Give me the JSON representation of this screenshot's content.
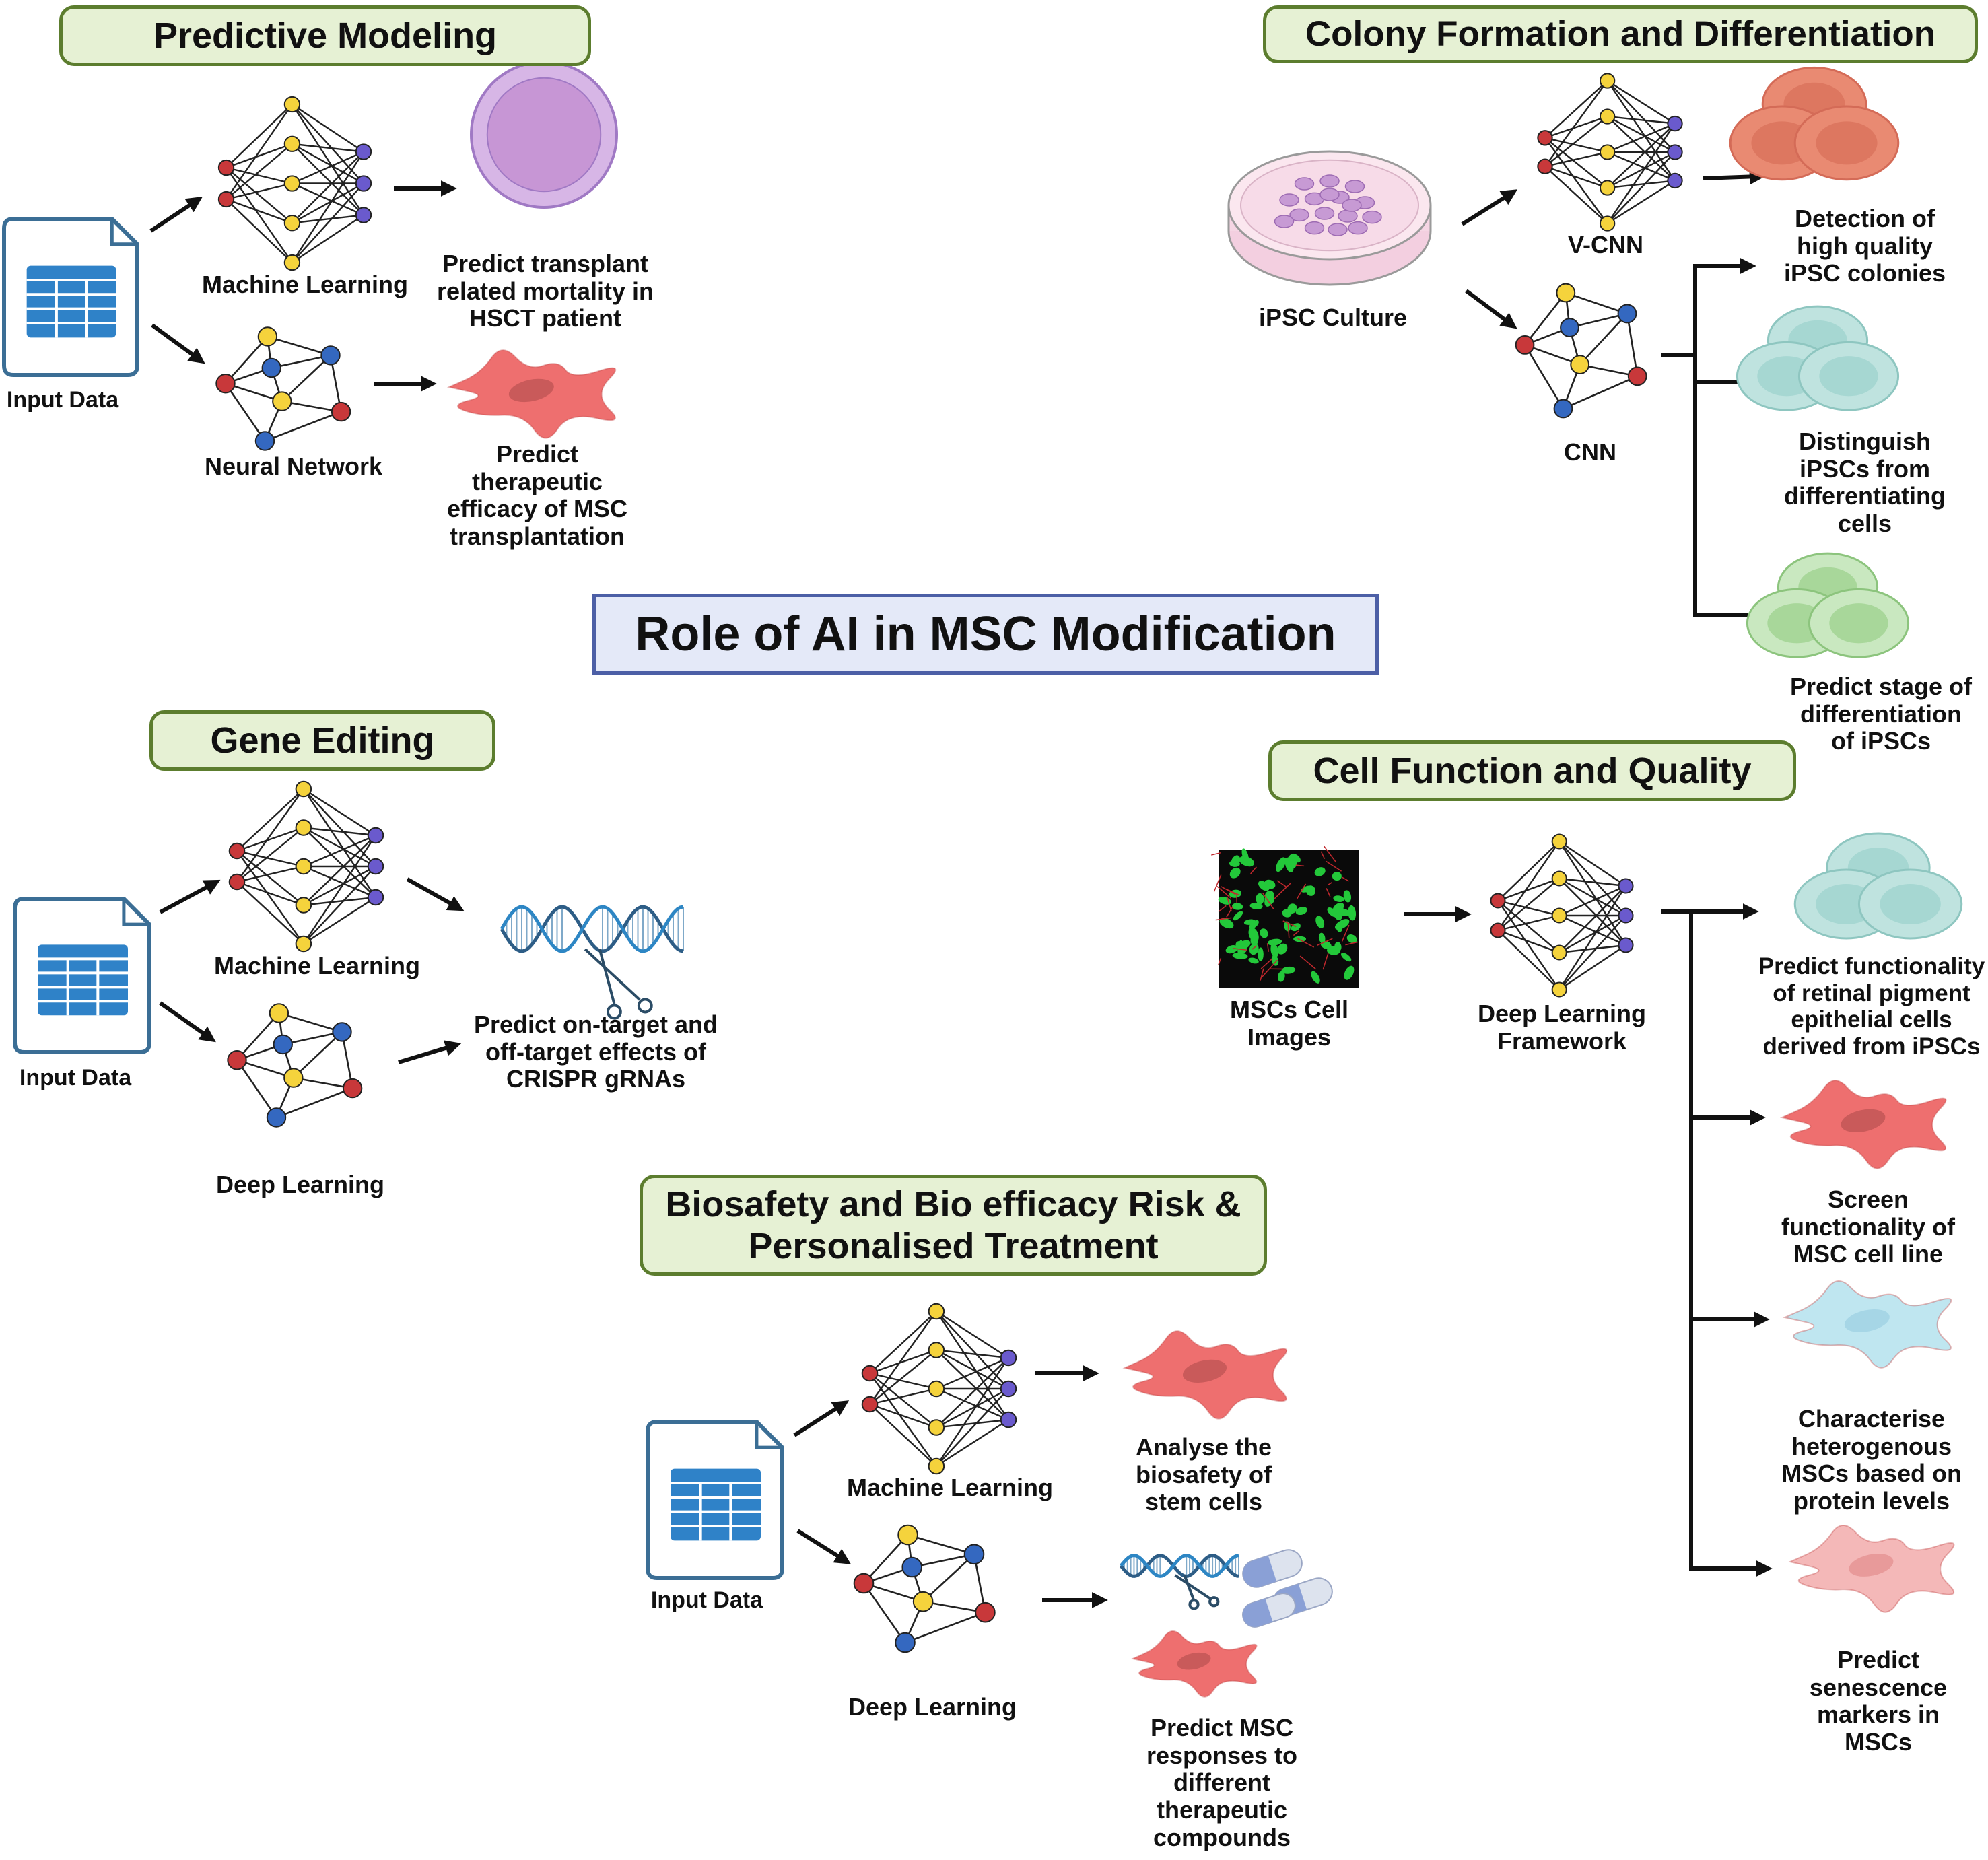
{
  "main_title": "Role of AI in MSC Modification",
  "predictive": {
    "title": "Predictive Modeling",
    "input": "Input Data",
    "ml": "Machine Learning",
    "nn": "Neural Network",
    "out1": "Predict transplant\nrelated mortality in\nHSCT patient",
    "out2": "Predict\ntherapeutic\nefficacy of MSC\ntransplantation"
  },
  "colony": {
    "title": "Colony Formation and Differentiation",
    "culture": "iPSC Culture",
    "vcnn": "V-CNN",
    "cnn": "CNN",
    "out1": "Detection of\nhigh quality\niPSC colonies",
    "out2": "Distinguish\niPSCs from\ndifferentiating\ncells",
    "out3": "Predict stage of\ndifferentiation\nof iPSCs"
  },
  "gene": {
    "title": "Gene Editing",
    "input": "Input Data",
    "ml": "Machine Learning",
    "dl": "Deep Learning",
    "out": "Predict on-target and\noff-target effects of\nCRISPR gRNAs"
  },
  "cellfunc": {
    "title": "Cell Function and Quality",
    "images": "MSCs Cell\nImages",
    "framework": "Deep Learning\nFramework",
    "out1": "Predict functionality\nof retinal pigment\nepithelial cells\nderived from iPSCs",
    "out2": "Screen\nfunctionality of\nMSC cell line",
    "out3": "Characterise\nheterogenous\nMSCs based on\nprotein levels",
    "out4": "Predict\nsenescence\nmarkers in\nMSCs"
  },
  "biosafety": {
    "title": "Biosafety and Bio efficacy Risk &\nPersonalised Treatment",
    "input": "Input Data",
    "ml": "Machine Learning",
    "dl": "Deep Learning",
    "out1": "Analyse the\nbiosafety of\nstem cells",
    "out2": "Predict MSC\nresponses to\ndifferent\ntherapeutic\ncompounds"
  },
  "colors": {
    "section_fill": "#e6f1d4",
    "section_border": "#5c7d2e",
    "title_fill": "#e4e9f8",
    "title_border": "#4c5fa6",
    "node_red": "#c8383a",
    "node_yellow": "#f5d33c",
    "node_blue": "#3468c0",
    "node_purple": "#6a5acd",
    "doc_icon": "#2f82c8",
    "msc_red": "#ee6f6f",
    "stem_teal": "#bfe3df",
    "stem_green": "#c9e8c0",
    "ipsc_salmon": "#e98a72"
  },
  "icons": [
    "spreadsheet-document-icon",
    "neural-network-icon",
    "graph-network-icon",
    "stem-cell-icon",
    "msc-cell-icon",
    "petri-dish-icon",
    "dna-scissors-icon",
    "capsule-icon",
    "microscopy-image-icon",
    "arrow-icon"
  ]
}
